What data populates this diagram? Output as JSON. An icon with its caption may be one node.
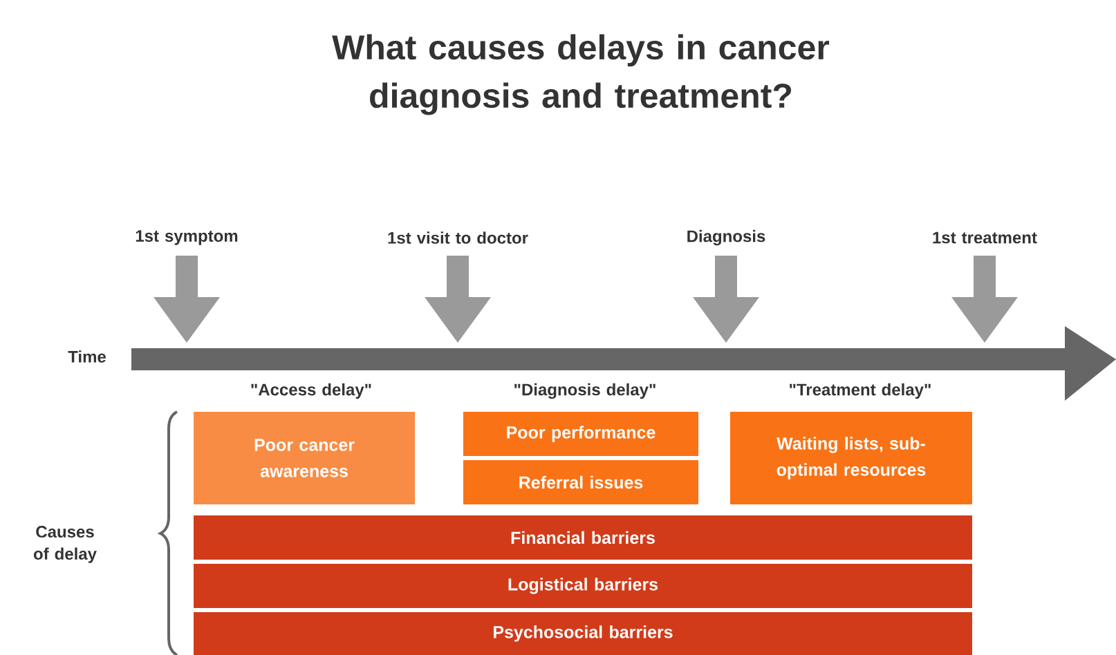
{
  "diagram": {
    "title": "What causes delays in cancer diagnosis and treatment?",
    "nodes": [
      {
        "text": [
          "Poor cancer awareness"
        ]
      },
      {
        "text": [
          "Poor performance"
        ]
      },
      {
        "text": [
          "Referral issues"
        ]
      },
      {
        "text": [
          "Waiting lists, sub-optimal resources"
        ]
      },
      {
        "text": [
          "Financial barriers"
        ]
      },
      {
        "text": [
          "Logistical barriers"
        ]
      },
      {
        "text": [
          "Psychosocial barriers"
        ]
      }
    ],
    "labels": [
      "1st symptom",
      "1st visit to doctor",
      "Diagnosis",
      "1st treatment",
      "Time",
      "\"Access delay\"",
      "\"Diagnosis delay\"",
      "\"Treatment delay\"",
      "Causes of delay"
    ]
  }
}
